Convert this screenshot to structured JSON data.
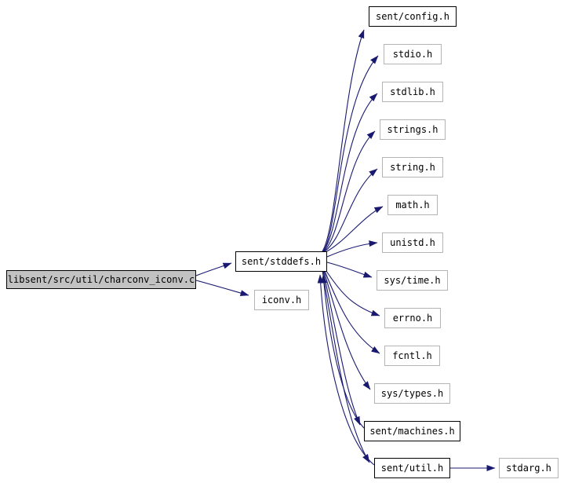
{
  "graph": {
    "description": "include dependency graph",
    "colors": {
      "edge": "#191970",
      "documented_node_border": "#000000",
      "external_node_border": "#b4b4b4",
      "source_node_fill": "#c2c2c2",
      "node_fill": "#ffffff",
      "background": "#ffffff"
    },
    "nodes": {
      "source": {
        "label": "libsent/src/util/charconv_iconv.c"
      },
      "stddefs": {
        "label": "sent/stddefs.h"
      },
      "iconv": {
        "label": "iconv.h"
      },
      "config": {
        "label": "sent/config.h"
      },
      "stdio": {
        "label": "stdio.h"
      },
      "stdlib": {
        "label": "stdlib.h"
      },
      "strings": {
        "label": "strings.h"
      },
      "string": {
        "label": "string.h"
      },
      "math": {
        "label": "math.h"
      },
      "unistd": {
        "label": "unistd.h"
      },
      "systime": {
        "label": "sys/time.h"
      },
      "errno": {
        "label": "errno.h"
      },
      "fcntl": {
        "label": "fcntl.h"
      },
      "systypes": {
        "label": "sys/types.h"
      },
      "machines": {
        "label": "sent/machines.h"
      },
      "util": {
        "label": "sent/util.h"
      },
      "stdarg": {
        "label": "stdarg.h"
      }
    },
    "edges": [
      {
        "from": "libsent/src/util/charconv_iconv.c",
        "to": "sent/stddefs.h"
      },
      {
        "from": "libsent/src/util/charconv_iconv.c",
        "to": "iconv.h"
      },
      {
        "from": "sent/stddefs.h",
        "to": "sent/config.h"
      },
      {
        "from": "sent/stddefs.h",
        "to": "stdio.h"
      },
      {
        "from": "sent/stddefs.h",
        "to": "stdlib.h"
      },
      {
        "from": "sent/stddefs.h",
        "to": "strings.h"
      },
      {
        "from": "sent/stddefs.h",
        "to": "string.h"
      },
      {
        "from": "sent/stddefs.h",
        "to": "math.h"
      },
      {
        "from": "sent/stddefs.h",
        "to": "unistd.h"
      },
      {
        "from": "sent/stddefs.h",
        "to": "sys/time.h"
      },
      {
        "from": "sent/stddefs.h",
        "to": "errno.h"
      },
      {
        "from": "sent/stddefs.h",
        "to": "fcntl.h"
      },
      {
        "from": "sent/stddefs.h",
        "to": "sys/types.h"
      },
      {
        "from": "sent/stddefs.h",
        "to": "sent/machines.h"
      },
      {
        "from": "sent/stddefs.h",
        "to": "sent/util.h"
      },
      {
        "from": "sent/machines.h",
        "to": "sent/stddefs.h"
      },
      {
        "from": "sent/util.h",
        "to": "sent/stddefs.h"
      },
      {
        "from": "sent/util.h",
        "to": "stdarg.h"
      }
    ]
  }
}
